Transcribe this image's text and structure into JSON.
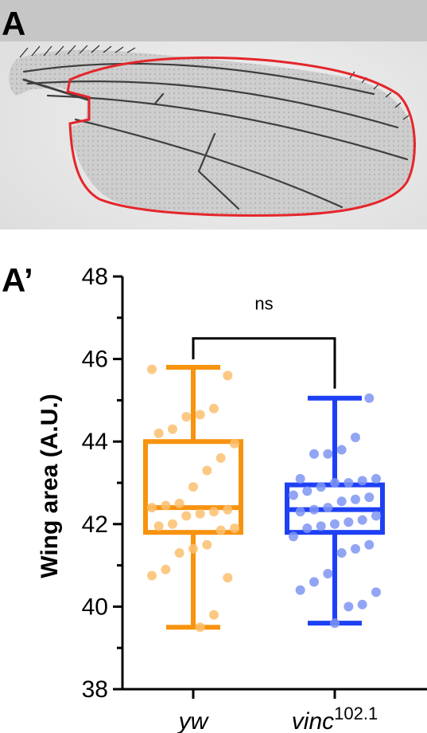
{
  "panel_a": {
    "letter": "A",
    "outline_color": "#e4262b"
  },
  "panel_b": {
    "letter": "A’"
  },
  "chart_data": {
    "type": "box",
    "ylabel": "Wing area (A.U.)",
    "ylim": [
      38,
      48
    ],
    "yticks": [
      "38",
      "40",
      "42",
      "44",
      "46",
      "48"
    ],
    "ytick_values": [
      38,
      40,
      42,
      44,
      46,
      48
    ],
    "grid": false,
    "categories": [
      {
        "base": "yw",
        "sup": ""
      },
      {
        "base": "vinc",
        "sup": "102.1"
      }
    ],
    "series": [
      {
        "name": "yw",
        "color": "#f7930f",
        "point_color": "#fbbf6f",
        "box": {
          "min": 39.5,
          "q1": 41.8,
          "median": 42.4,
          "q3": 44.0,
          "max": 45.8
        },
        "points": [
          45.75,
          45.6,
          44.8,
          44.65,
          44.6,
          44.3,
          44.2,
          43.95,
          43.6,
          43.3,
          42.9,
          42.5,
          42.45,
          42.4,
          42.35,
          42.3,
          42.25,
          42.2,
          42.0,
          41.95,
          41.9,
          41.85,
          41.5,
          41.4,
          41.3,
          40.9,
          40.75,
          40.7,
          39.8,
          39.5
        ]
      },
      {
        "name": "vinc102.1",
        "color": "#1e40f5",
        "point_color": "#7f95f2",
        "box": {
          "min": 39.6,
          "q1": 41.8,
          "median": 42.35,
          "q3": 42.95,
          "max": 45.05
        },
        "points": [
          45.05,
          44.1,
          43.8,
          43.7,
          43.7,
          43.1,
          43.1,
          43.05,
          43.0,
          43.0,
          42.9,
          42.8,
          42.7,
          42.65,
          42.6,
          42.55,
          42.4,
          42.35,
          42.3,
          42.2,
          42.1,
          42.05,
          42.0,
          41.95,
          41.9,
          41.7,
          41.5,
          41.4,
          41.3,
          40.8,
          40.6,
          40.4,
          40.35,
          40.05,
          40.0,
          39.6
        ]
      }
    ],
    "comparison": {
      "from": 0,
      "to": 1,
      "label": "ns",
      "y": 46.5
    }
  }
}
